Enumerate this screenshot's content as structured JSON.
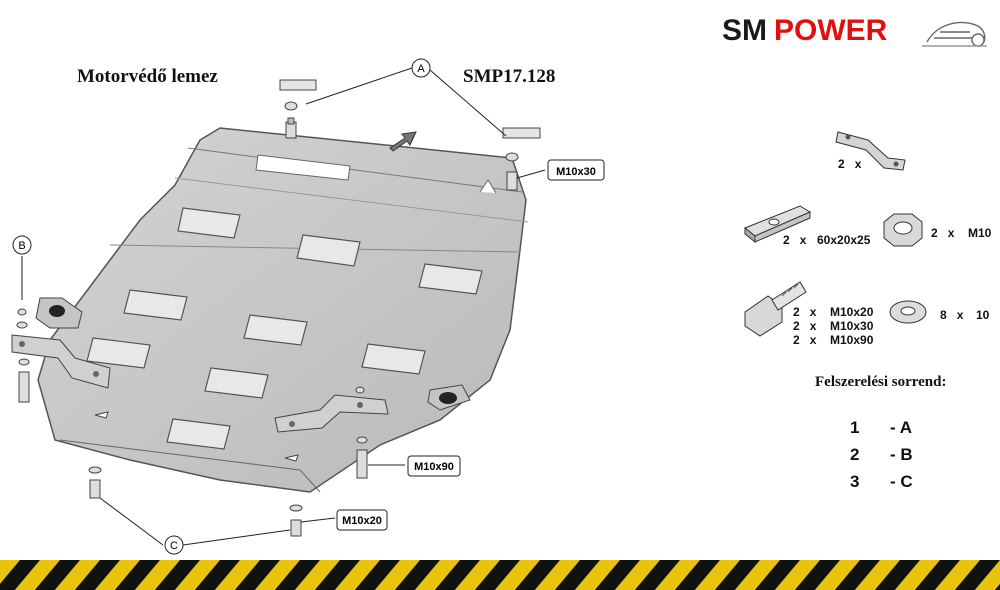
{
  "header": {
    "title": "Motorvédő lemez",
    "code": "SMP17.128"
  },
  "logo": {
    "part1": "SM",
    "part2": "POWER",
    "color1": "#1a1a1a",
    "color2": "#e01010"
  },
  "callouts": {
    "a": "A",
    "b": "B",
    "c": "C"
  },
  "bolt_labels": {
    "top_right": "M10x30",
    "mid": "M10x90",
    "bottom": "M10x20"
  },
  "parts": {
    "bracket": {
      "qty": "2",
      "x": "x"
    },
    "plate": {
      "qty": "2",
      "x": "x",
      "size": "60x20x25"
    },
    "nut": {
      "qty": "2",
      "x": "x",
      "size": "M10"
    },
    "bolts": [
      {
        "qty": "2",
        "x": "x",
        "size": "M10x20"
      },
      {
        "qty": "2",
        "x": "x",
        "size": "M10x30"
      },
      {
        "qty": "2",
        "x": "x",
        "size": "M10x90"
      }
    ],
    "washer": {
      "qty": "8",
      "x": "x",
      "size": "10"
    }
  },
  "order": {
    "title": "Felszerelési sorrend:",
    "steps": [
      {
        "num": "1",
        "label": "- A"
      },
      {
        "num": "2",
        "label": "- B"
      },
      {
        "num": "3",
        "label": "- C"
      }
    ]
  }
}
